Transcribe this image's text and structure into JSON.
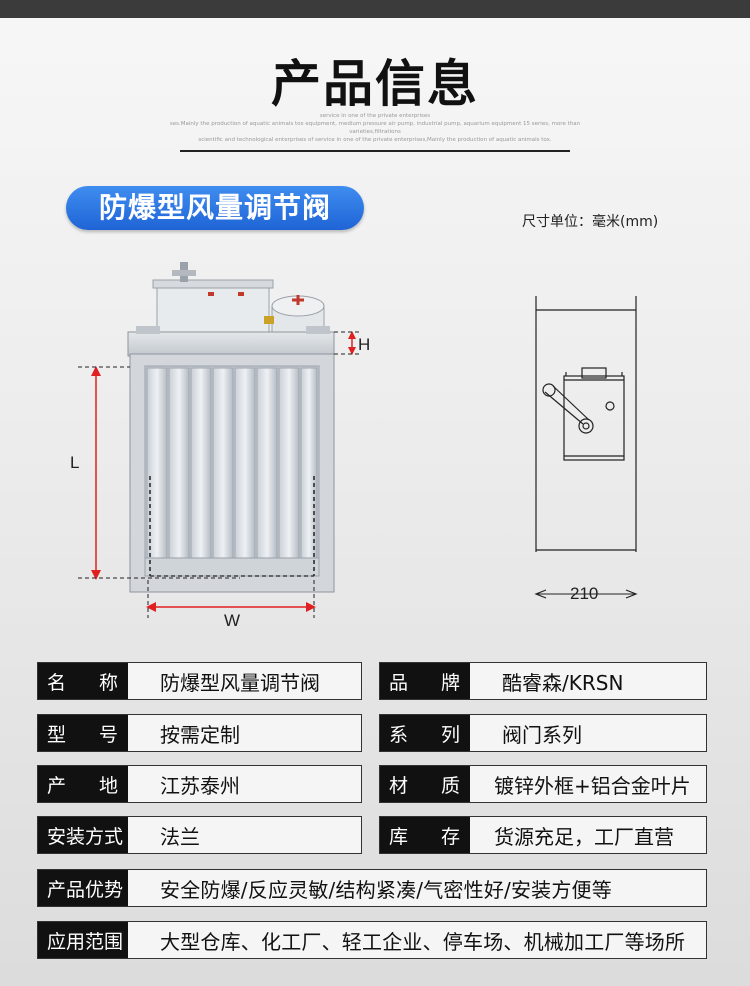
{
  "page": {
    "title": "产品信息",
    "subtitle_lines": [
      "service in one of the private enterprises",
      "ses.Mainly the production of aquatic animals tox equipment, medium pressure air pump, industrial pump, aquarium equipment 15 series, more than varieties,filtrations",
      "scientific and technological enterprises of service in one of the private enterprises,Mainly the production of aquatic animals tox."
    ],
    "product_name_banner": "防爆型风量调节阀",
    "unit_note": "尺寸单位：毫米(mm)"
  },
  "drawing": {
    "dim_H": "H",
    "dim_L": "L",
    "dim_W": "W",
    "dim_depth": "210"
  },
  "specs": {
    "name": {
      "label_a": "名",
      "label_b": "称",
      "value": "防爆型风量调节阀"
    },
    "brand": {
      "label_a": "品",
      "label_b": "牌",
      "value": "酷睿森/KRSN"
    },
    "model": {
      "label_a": "型",
      "label_b": "号",
      "value": "按需定制"
    },
    "series": {
      "label_a": "系",
      "label_b": "列",
      "value": "阀门系列"
    },
    "origin": {
      "label_a": "产",
      "label_b": "地",
      "value": "江苏泰州"
    },
    "material": {
      "label_a": "材",
      "label_b": "质",
      "value": "镀锌外框+铝合金叶片"
    },
    "install": {
      "label": "安装方式",
      "value": "法兰"
    },
    "stock": {
      "label_a": "库",
      "label_b": "存",
      "value": "货源充足，工厂直营"
    },
    "advantages": {
      "label": "产品优势",
      "value": "安全防爆/反应灵敏/结构紧凑/气密性好/安装方便等"
    },
    "scope": {
      "label": "应用范围",
      "value": "大型仓库、化工厂、轻工企业、停车场、机械加工厂等场所"
    }
  }
}
